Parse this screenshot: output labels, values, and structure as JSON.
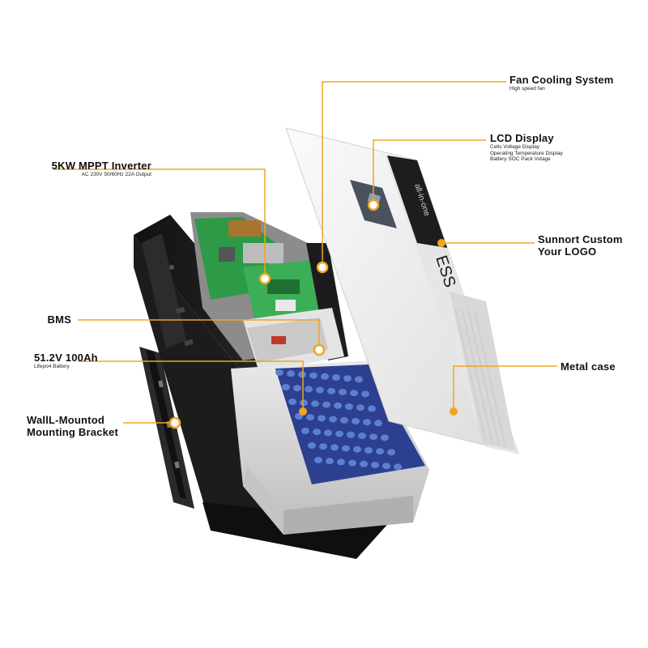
{
  "colors": {
    "accent": "#f0a51e",
    "case_white": "#f2f2f2",
    "panel_dark": "#1d1d1f",
    "cells_blue": "#2d3f8f",
    "pcb_green": "#2d9a47"
  },
  "product": {
    "vertical_brand": "all-in-one",
    "ess_mark": "ESS"
  },
  "callouts": {
    "fan": {
      "title": "Fan Cooling System",
      "sub": "High speed fan"
    },
    "lcd": {
      "title": "LCD Display",
      "sub1": "Cells Voltage Display",
      "sub2": "Operating Temperature Display",
      "sub3": "Battery SOC Pack Votage"
    },
    "logo": {
      "title1": "Sunnort Custom",
      "title2": "Your LOGO"
    },
    "metal": {
      "title": "Metal case"
    },
    "inverter": {
      "title": "5KW MPPT Inverter",
      "sub": "AC 230V 50/60Hz 22A Output"
    },
    "bms": {
      "title": "BMS"
    },
    "battery": {
      "title": "51.2V 100Ah",
      "sub": "Lifepo4 Battery"
    },
    "bracket": {
      "title1": "WallL-Mountod",
      "title2": "Mounting Bracket"
    }
  }
}
